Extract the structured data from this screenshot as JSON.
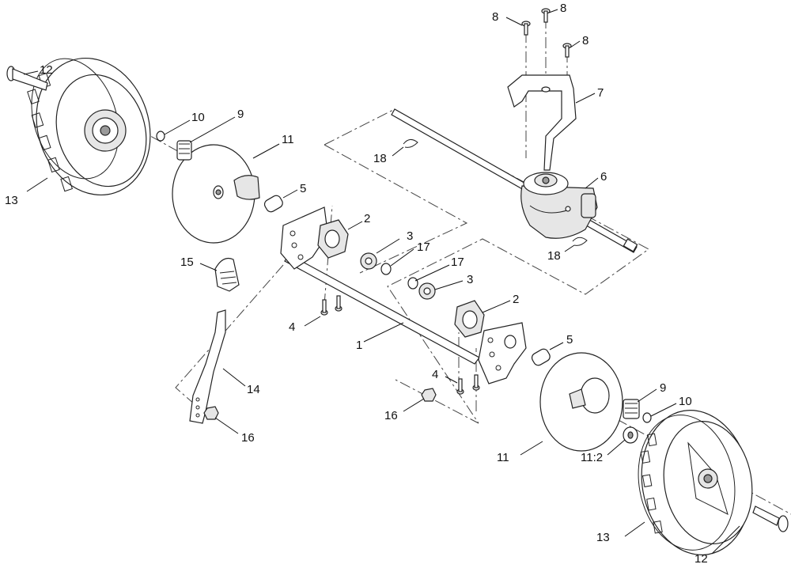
{
  "diagram": {
    "callouts": {
      "c8a": "8",
      "c8b": "8",
      "c8c": "8",
      "c7": "7",
      "c6": "6",
      "c18a": "18",
      "c18b": "18",
      "c12a": "12",
      "c12b": "12",
      "c13a": "13",
      "c13b": "13",
      "c10a": "10",
      "c10b": "10",
      "c9a": "9",
      "c9b": "9",
      "c11a": "11",
      "c11b": "11",
      "c11c": "11:2",
      "c5a": "5",
      "c5b": "5",
      "c2a": "2",
      "c2b": "2",
      "c3a": "3",
      "c3b": "3",
      "c17a": "17",
      "c17b": "17",
      "c15": "15",
      "c14": "14",
      "c16a": "16",
      "c16b": "16",
      "c4a": "4",
      "c4b": "4",
      "c1": "1"
    }
  }
}
